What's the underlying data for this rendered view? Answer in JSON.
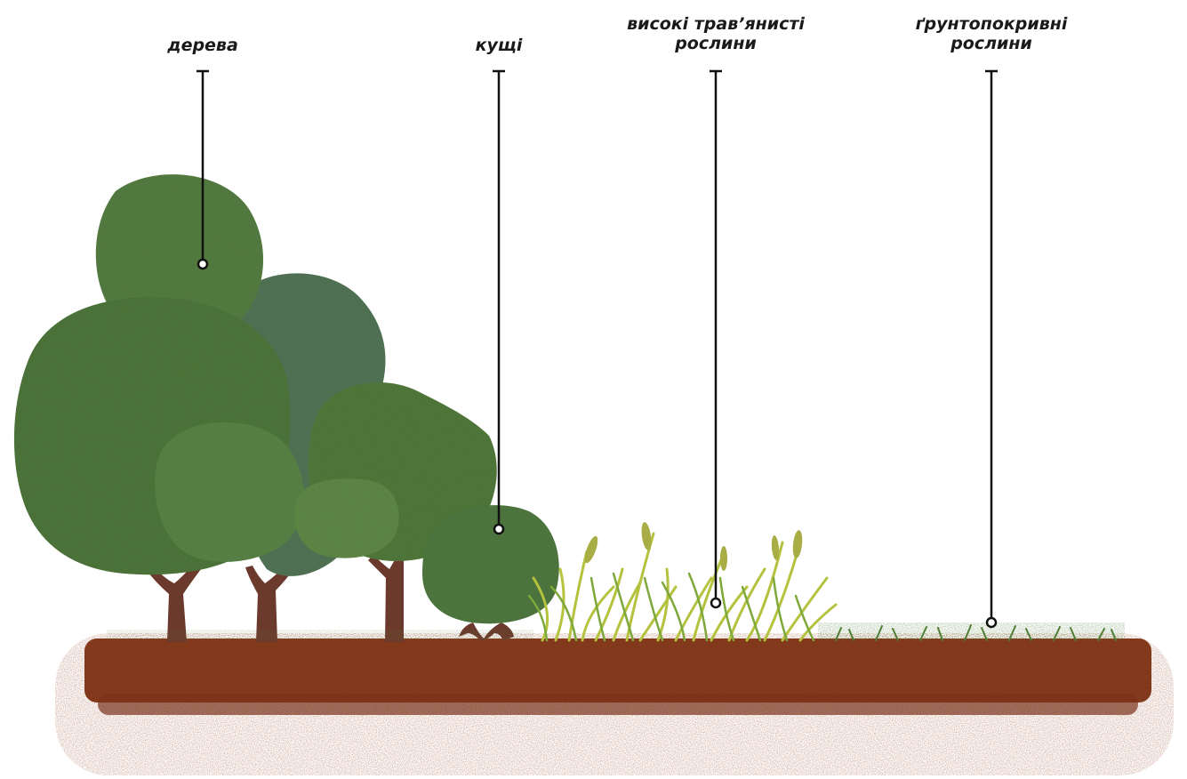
{
  "labels": {
    "trees": {
      "lines": [
        "дерева"
      ]
    },
    "shrubs": {
      "lines": [
        "кущі"
      ]
    },
    "tall_herbs": {
      "lines": [
        "високі трав’янисті",
        "рослини"
      ]
    },
    "ground_cover": {
      "lines": [
        "ґрунтопокривні",
        "рослини"
      ]
    }
  },
  "colors": {
    "tree_green_dark": "#4f7a3f",
    "tree_green_mid": "#5f8a4c",
    "tree_green_gray": "#587a5c",
    "bush_green": "#557f45",
    "grass_yellow": "#b4c23e",
    "grass_green": "#7ea83a",
    "ground_cover": "#4f7d35",
    "soil": "#8f3f22",
    "soil_dark": "#7a3219",
    "trunk": "#6b3a2c",
    "callout_line": "#111111"
  }
}
